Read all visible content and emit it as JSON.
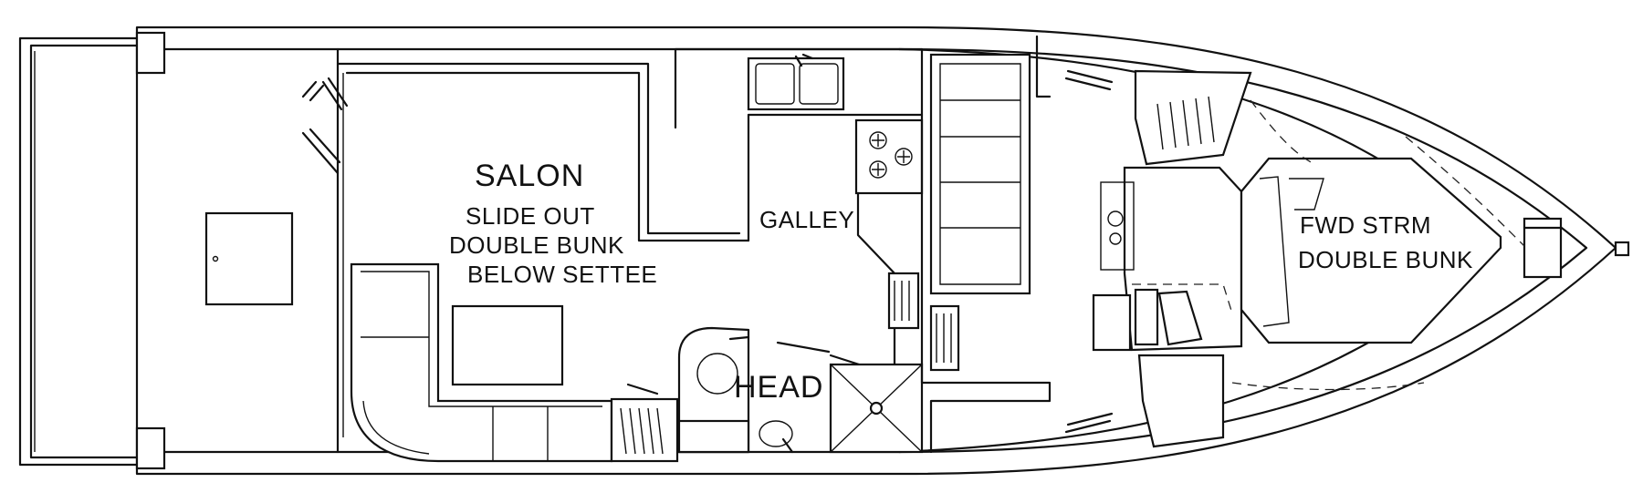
{
  "title": "",
  "colors": {
    "line": "#111111",
    "background": "#ffffff"
  },
  "rooms": {
    "salon": "SALON",
    "salon_note_1": "SLIDE OUT",
    "salon_note_2": "DOUBLE BUNK",
    "salon_note_3": "BELOW SETTEE",
    "galley": "GALLEY",
    "head": "HEAD",
    "fwd_1": "FWD STRM",
    "fwd_2": "DOUBLE BUNK"
  }
}
